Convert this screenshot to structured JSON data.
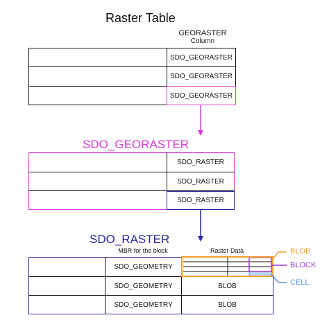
{
  "raster_table": {
    "title": "Raster Table",
    "column_header_line1": "GEORASTER",
    "column_header_line2": "Column",
    "rows": [
      "SDO_GEORASTER",
      "SDO_GEORASTER",
      "SDO_GEORASTER"
    ]
  },
  "sdo_georaster": {
    "title": "SDO_GEORASTER",
    "rows": [
      "SDO_RASTER",
      "SDO_RASTER",
      "SDO_RASTER"
    ]
  },
  "sdo_raster": {
    "title": "SDO_RASTER",
    "col1_header": "MBR for the block",
    "col2_header": "Raster Data",
    "rows": [
      {
        "geometry": "SDO_GEOMETRY",
        "data": ""
      },
      {
        "geometry": "SDO_GEOMETRY",
        "data": "BLOB"
      },
      {
        "geometry": "SDO_GEOMETRY",
        "data": "BLOB"
      }
    ]
  },
  "legend": {
    "blob": "BLOB",
    "block": "BLOCK",
    "cell": "CELL"
  },
  "colors": {
    "magenta": "#d63ad6",
    "navy": "#27279a",
    "orange": "#f0a030",
    "purple": "#9a3ad0",
    "cell_blue": "#5a8fd8",
    "cell_fill": "#b9d3f2",
    "black": "#111111"
  }
}
